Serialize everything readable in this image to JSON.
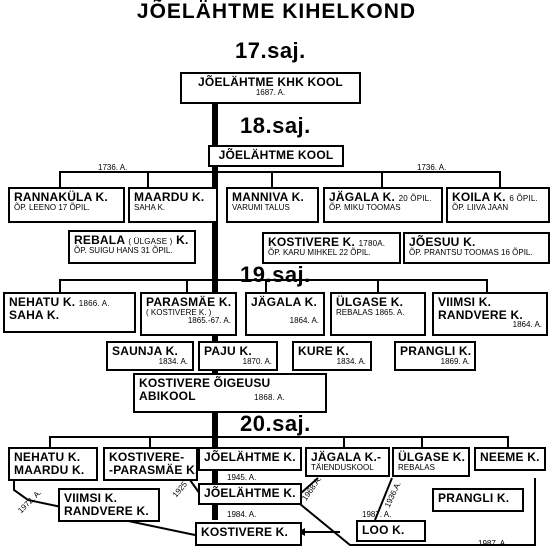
{
  "title": "JÕELÄHTME KIHELKOND",
  "centuries": [
    "17.saj.",
    "18.saj.",
    "19.saj.",
    "20.saj."
  ],
  "boxes": {
    "khk_kool": {
      "name": "JÕELÄHTME KHK KOOL",
      "year": "1687. A."
    },
    "kool18": {
      "name": "JÕELÄHTME KOOL"
    },
    "rannakula": {
      "name": "RANNAKÜLA K.",
      "sub": "ÕP. LEENO 17 ÕPIL."
    },
    "maardu18": {
      "name": "MAARDU K.",
      "sub": "SAHA K."
    },
    "manniva": {
      "name": "MANNIVA K.",
      "sub": "VARUMI TALUS"
    },
    "jagala18": {
      "name": "JÄGALA K.",
      "extra": "20 ÕPIL.",
      "sub": "ÕP. MIKU TOOMAS"
    },
    "koila": {
      "name": "KOILA K.",
      "extra": "6 ÕPIL.",
      "sub": "ÕP. LIIVA JAAN"
    },
    "rebala": {
      "name": "REBALA",
      "extra": "( ÜLGASE )",
      "name2": "K.",
      "sub": "ÕP. SUIGU HANS 31 ÕPIL."
    },
    "kostivere18": {
      "name": "KOSTIVERE K.",
      "extra": "1780A.",
      "sub": "ÕP. KARU MIHKEL 22 ÕPIL."
    },
    "joesuu": {
      "name": "JÕESUU K.",
      "sub": "ÕP. PRANTSU TOOMAS 16 ÕPIL."
    },
    "nehatu19": {
      "name": "NEHATU K.",
      "extra": "1866. A.",
      "name2": "SAHA K."
    },
    "parasmae19": {
      "name": "PARASMÄE K.",
      "sub": "( KOSTIVERE K. )",
      "year": "1865.-67. A."
    },
    "jagala19": {
      "name": "JÄGALA K.",
      "year": "1864. A."
    },
    "ulgase19": {
      "name": "ÜLGASE K.",
      "sub": "REBALAS 1865. A."
    },
    "viimsi19": {
      "name": "VIIMSI K.",
      "name2": "RANDVERE K.",
      "year": "1864. A."
    },
    "saunja": {
      "name": "SAUNJA K.",
      "year": "1834. A."
    },
    "paju": {
      "name": "PAJU K.",
      "year": "1870. A."
    },
    "kure": {
      "name": "KURE K.",
      "year": "1834. A."
    },
    "prangli19": {
      "name": "PRANGLI K.",
      "year": "1869. A."
    },
    "oigeusu": {
      "name": "KOSTIVERE ÕIGEUSU",
      "name2": "ABIKOOL",
      "year": "1868. A."
    },
    "nehatu20": {
      "name": "NEHATU K.",
      "name2": "MAARDU K."
    },
    "parasmae20": {
      "name": "KOSTIVERE-",
      "name2": "-PARASMÄE K."
    },
    "joel20": {
      "name": "JÕELÄHTME K."
    },
    "jagala20": {
      "name": "JÄGALA K.-",
      "sub": "TÄIENDUSKOOL"
    },
    "ulgase20": {
      "name": "ÜLGASE K.",
      "sub": "REBALAS"
    },
    "neeme": {
      "name": "NEEME K."
    },
    "viimsi20": {
      "name": "VIIMSI K.",
      "name2": "RANDVERE K."
    },
    "joel20b": {
      "name": "JÕELÄHTME K."
    },
    "prangli20": {
      "name": "PRANGLI K."
    },
    "loo": {
      "name": "LOO K."
    },
    "kostivere20": {
      "name": "KOSTIVERE K."
    }
  },
  "years": {
    "y1736a": "1736. A.",
    "y1736b": "1736. A.",
    "y1945": "1945. A.",
    "y1984": "1984. A.",
    "y1987a": "1987. A.",
    "y1987b": "1987. A.",
    "y1972": "1972. A.",
    "y1925": "1925",
    "y1968": "1968.A.",
    "y1936": "1936.A."
  }
}
